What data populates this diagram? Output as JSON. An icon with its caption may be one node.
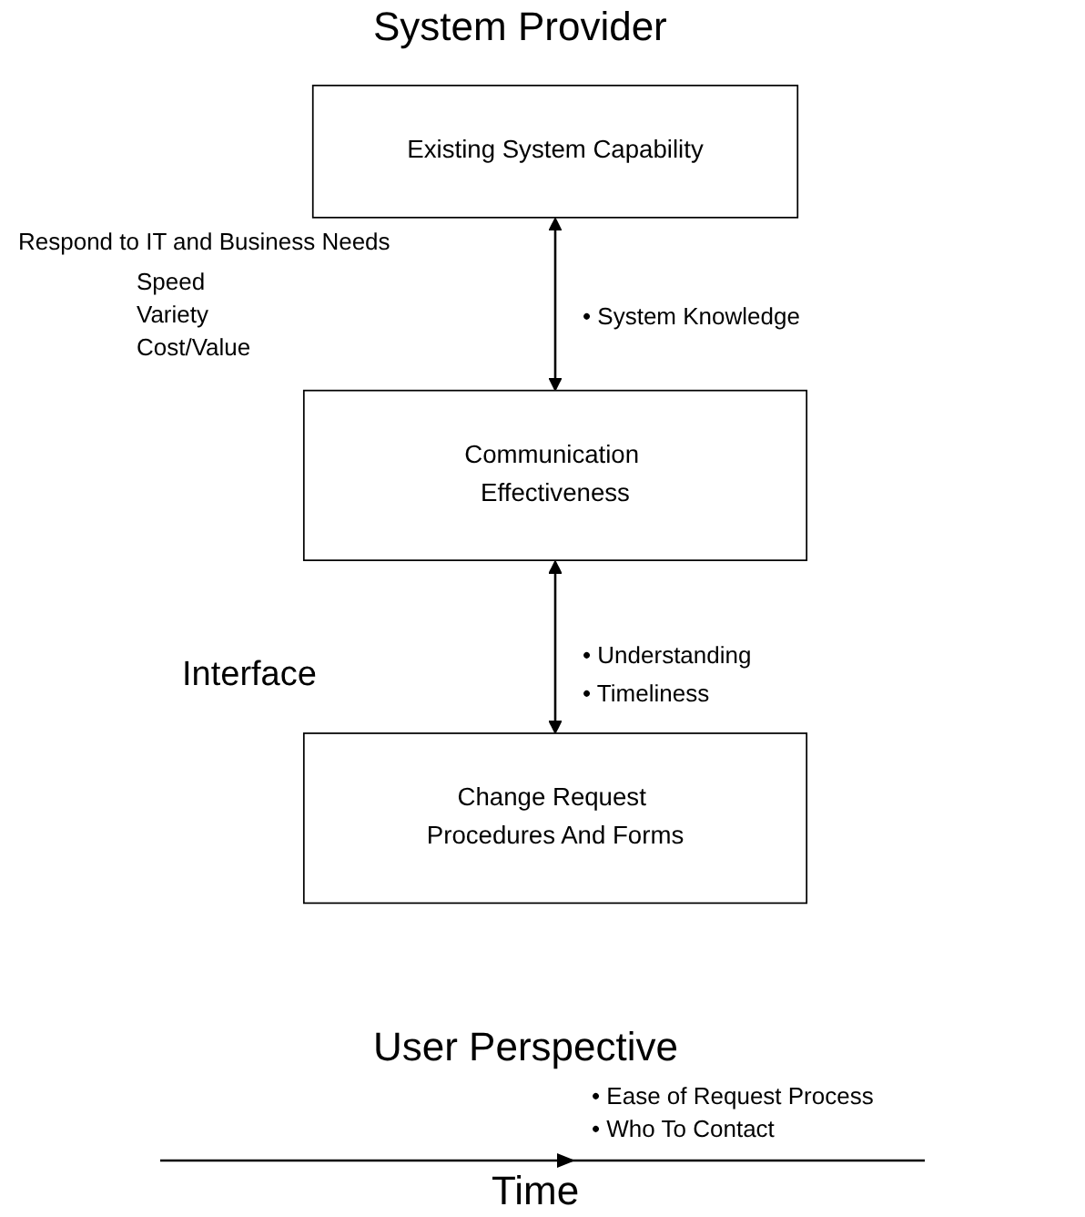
{
  "diagram": {
    "nodes": [
      {
        "text": [
          "Existing System Capability"
        ]
      },
      {
        "text": [
          "Communication Effectiveness"
        ]
      },
      {
        "text": [
          "Change Request Procedures And Forms"
        ]
      }
    ],
    "edges": [
      {
        "from": 0,
        "to": 1,
        "arrow": "both"
      },
      {
        "from": 1,
        "to": 2,
        "arrow": "both"
      }
    ],
    "labels": [
      "System Provider",
      "Respond to IT and Business Needs",
      "Speed",
      "Variety",
      "Cost/Value",
      "• System Knowledge",
      "Interface",
      "• Understanding",
      "• Timeliness",
      "User Perspective",
      "• Ease of Request Process",
      "• Who To Contact",
      "Time"
    ]
  }
}
